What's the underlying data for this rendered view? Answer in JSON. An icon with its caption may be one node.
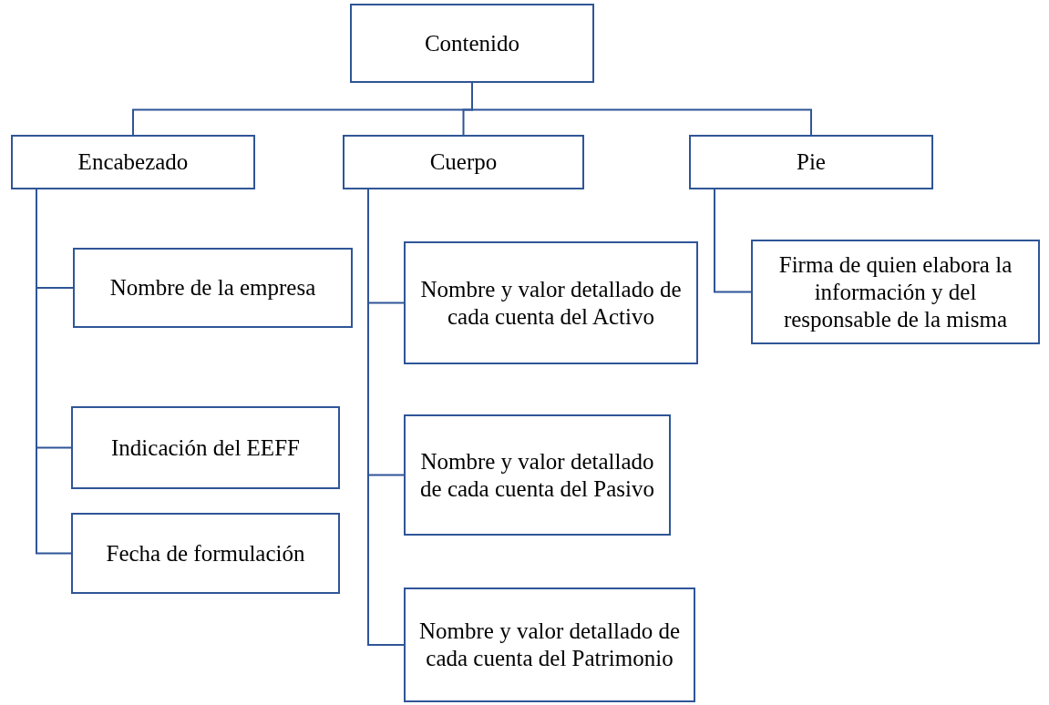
{
  "diagram": {
    "nodes": [
      {
        "text": [
          "Contenido"
        ]
      },
      {
        "text": [
          "Encabezado"
        ]
      },
      {
        "text": [
          "Cuerpo"
        ]
      },
      {
        "text": [
          "Pie"
        ]
      },
      {
        "text": [
          "Nombre de la empresa"
        ]
      },
      {
        "text": [
          "Indicación del EEFF"
        ]
      },
      {
        "text": [
          "Fecha de formulación"
        ]
      },
      {
        "text": [
          "Nombre y valor detallado de cada cuenta del Activo"
        ]
      },
      {
        "text": [
          "Nombre y valor detallado de cada cuenta del Pasivo"
        ]
      },
      {
        "text": [
          "Nombre y valor detallado de cada cuenta del Patrimonio"
        ]
      },
      {
        "text": [
          "Firma de quien elabora la información y del responsable de la misma"
        ]
      }
    ],
    "edges": [
      {
        "from": 0,
        "to": 1,
        "arrow": "none"
      },
      {
        "from": 0,
        "to": 2,
        "arrow": "none"
      },
      {
        "from": 0,
        "to": 3,
        "arrow": "none"
      },
      {
        "from": 1,
        "to": 4,
        "arrow": "none"
      },
      {
        "from": 1,
        "to": 5,
        "arrow": "none"
      },
      {
        "from": 1,
        "to": 6,
        "arrow": "none"
      },
      {
        "from": 2,
        "to": 7,
        "arrow": "none"
      },
      {
        "from": 2,
        "to": 8,
        "arrow": "none"
      },
      {
        "from": 2,
        "to": 9,
        "arrow": "none"
      },
      {
        "from": 3,
        "to": 10,
        "arrow": "none"
      }
    ]
  }
}
